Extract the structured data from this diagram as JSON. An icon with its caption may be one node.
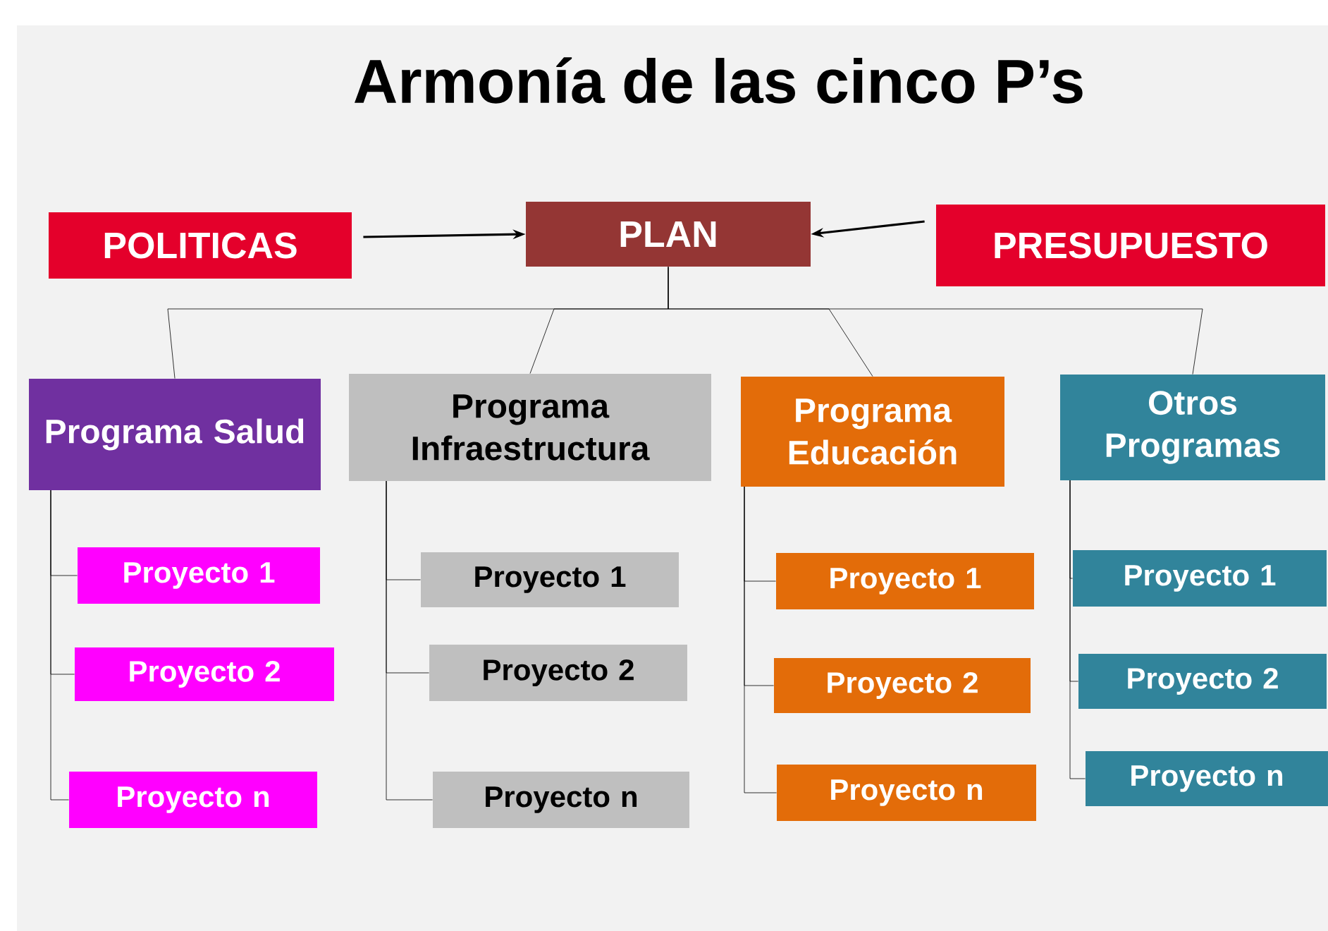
{
  "diagram": {
    "title": "Armonía  de  las  cinco P’s",
    "nodes": [
      {
        "text": [
          "POLITICAS"
        ]
      },
      {
        "text": [
          "PLAN"
        ]
      },
      {
        "text": [
          "PRESUPUESTO"
        ]
      },
      {
        "text": [
          "Programa Salud"
        ]
      },
      {
        "text": [
          "Programa Infraestructura"
        ]
      },
      {
        "text": [
          "Programa Educación"
        ]
      },
      {
        "text": [
          "Otros Programas"
        ]
      },
      {
        "text": [
          "Proyecto 1"
        ]
      },
      {
        "text": [
          "Proyecto 2"
        ]
      },
      {
        "text": [
          "Proyecto n"
        ]
      },
      {
        "text": [
          "Proyecto 1"
        ]
      },
      {
        "text": [
          "Proyecto 2"
        ]
      },
      {
        "text": [
          "Proyecto n"
        ]
      },
      {
        "text": [
          "Proyecto 1"
        ]
      },
      {
        "text": [
          "Proyecto 2"
        ]
      },
      {
        "text": [
          "Proyecto n"
        ]
      },
      {
        "text": [
          "Proyecto 1"
        ]
      },
      {
        "text": [
          "Proyecto 2"
        ]
      },
      {
        "text": [
          "Proyecto n"
        ]
      }
    ],
    "edges": [
      {
        "from": 0,
        "to": 1,
        "arrow": "to"
      },
      {
        "from": 2,
        "to": 1,
        "arrow": "to"
      },
      {
        "from": 1,
        "to": 3,
        "arrow": "none"
      },
      {
        "from": 1,
        "to": 4,
        "arrow": "none"
      },
      {
        "from": 1,
        "to": 5,
        "arrow": "none"
      },
      {
        "from": 1,
        "to": 6,
        "arrow": "none"
      },
      {
        "from": 3,
        "to": 7,
        "arrow": "none"
      },
      {
        "from": 3,
        "to": 8,
        "arrow": "none"
      },
      {
        "from": 3,
        "to": 9,
        "arrow": "none"
      },
      {
        "from": 4,
        "to": 10,
        "arrow": "none"
      },
      {
        "from": 4,
        "to": 11,
        "arrow": "none"
      },
      {
        "from": 4,
        "to": 12,
        "arrow": "none"
      },
      {
        "from": 5,
        "to": 13,
        "arrow": "none"
      },
      {
        "from": 5,
        "to": 14,
        "arrow": "none"
      },
      {
        "from": 5,
        "to": 15,
        "arrow": "none"
      },
      {
        "from": 6,
        "to": 16,
        "arrow": "none"
      },
      {
        "from": 6,
        "to": 17,
        "arrow": "none"
      },
      {
        "from": 6,
        "to": 18,
        "arrow": "none"
      }
    ]
  }
}
